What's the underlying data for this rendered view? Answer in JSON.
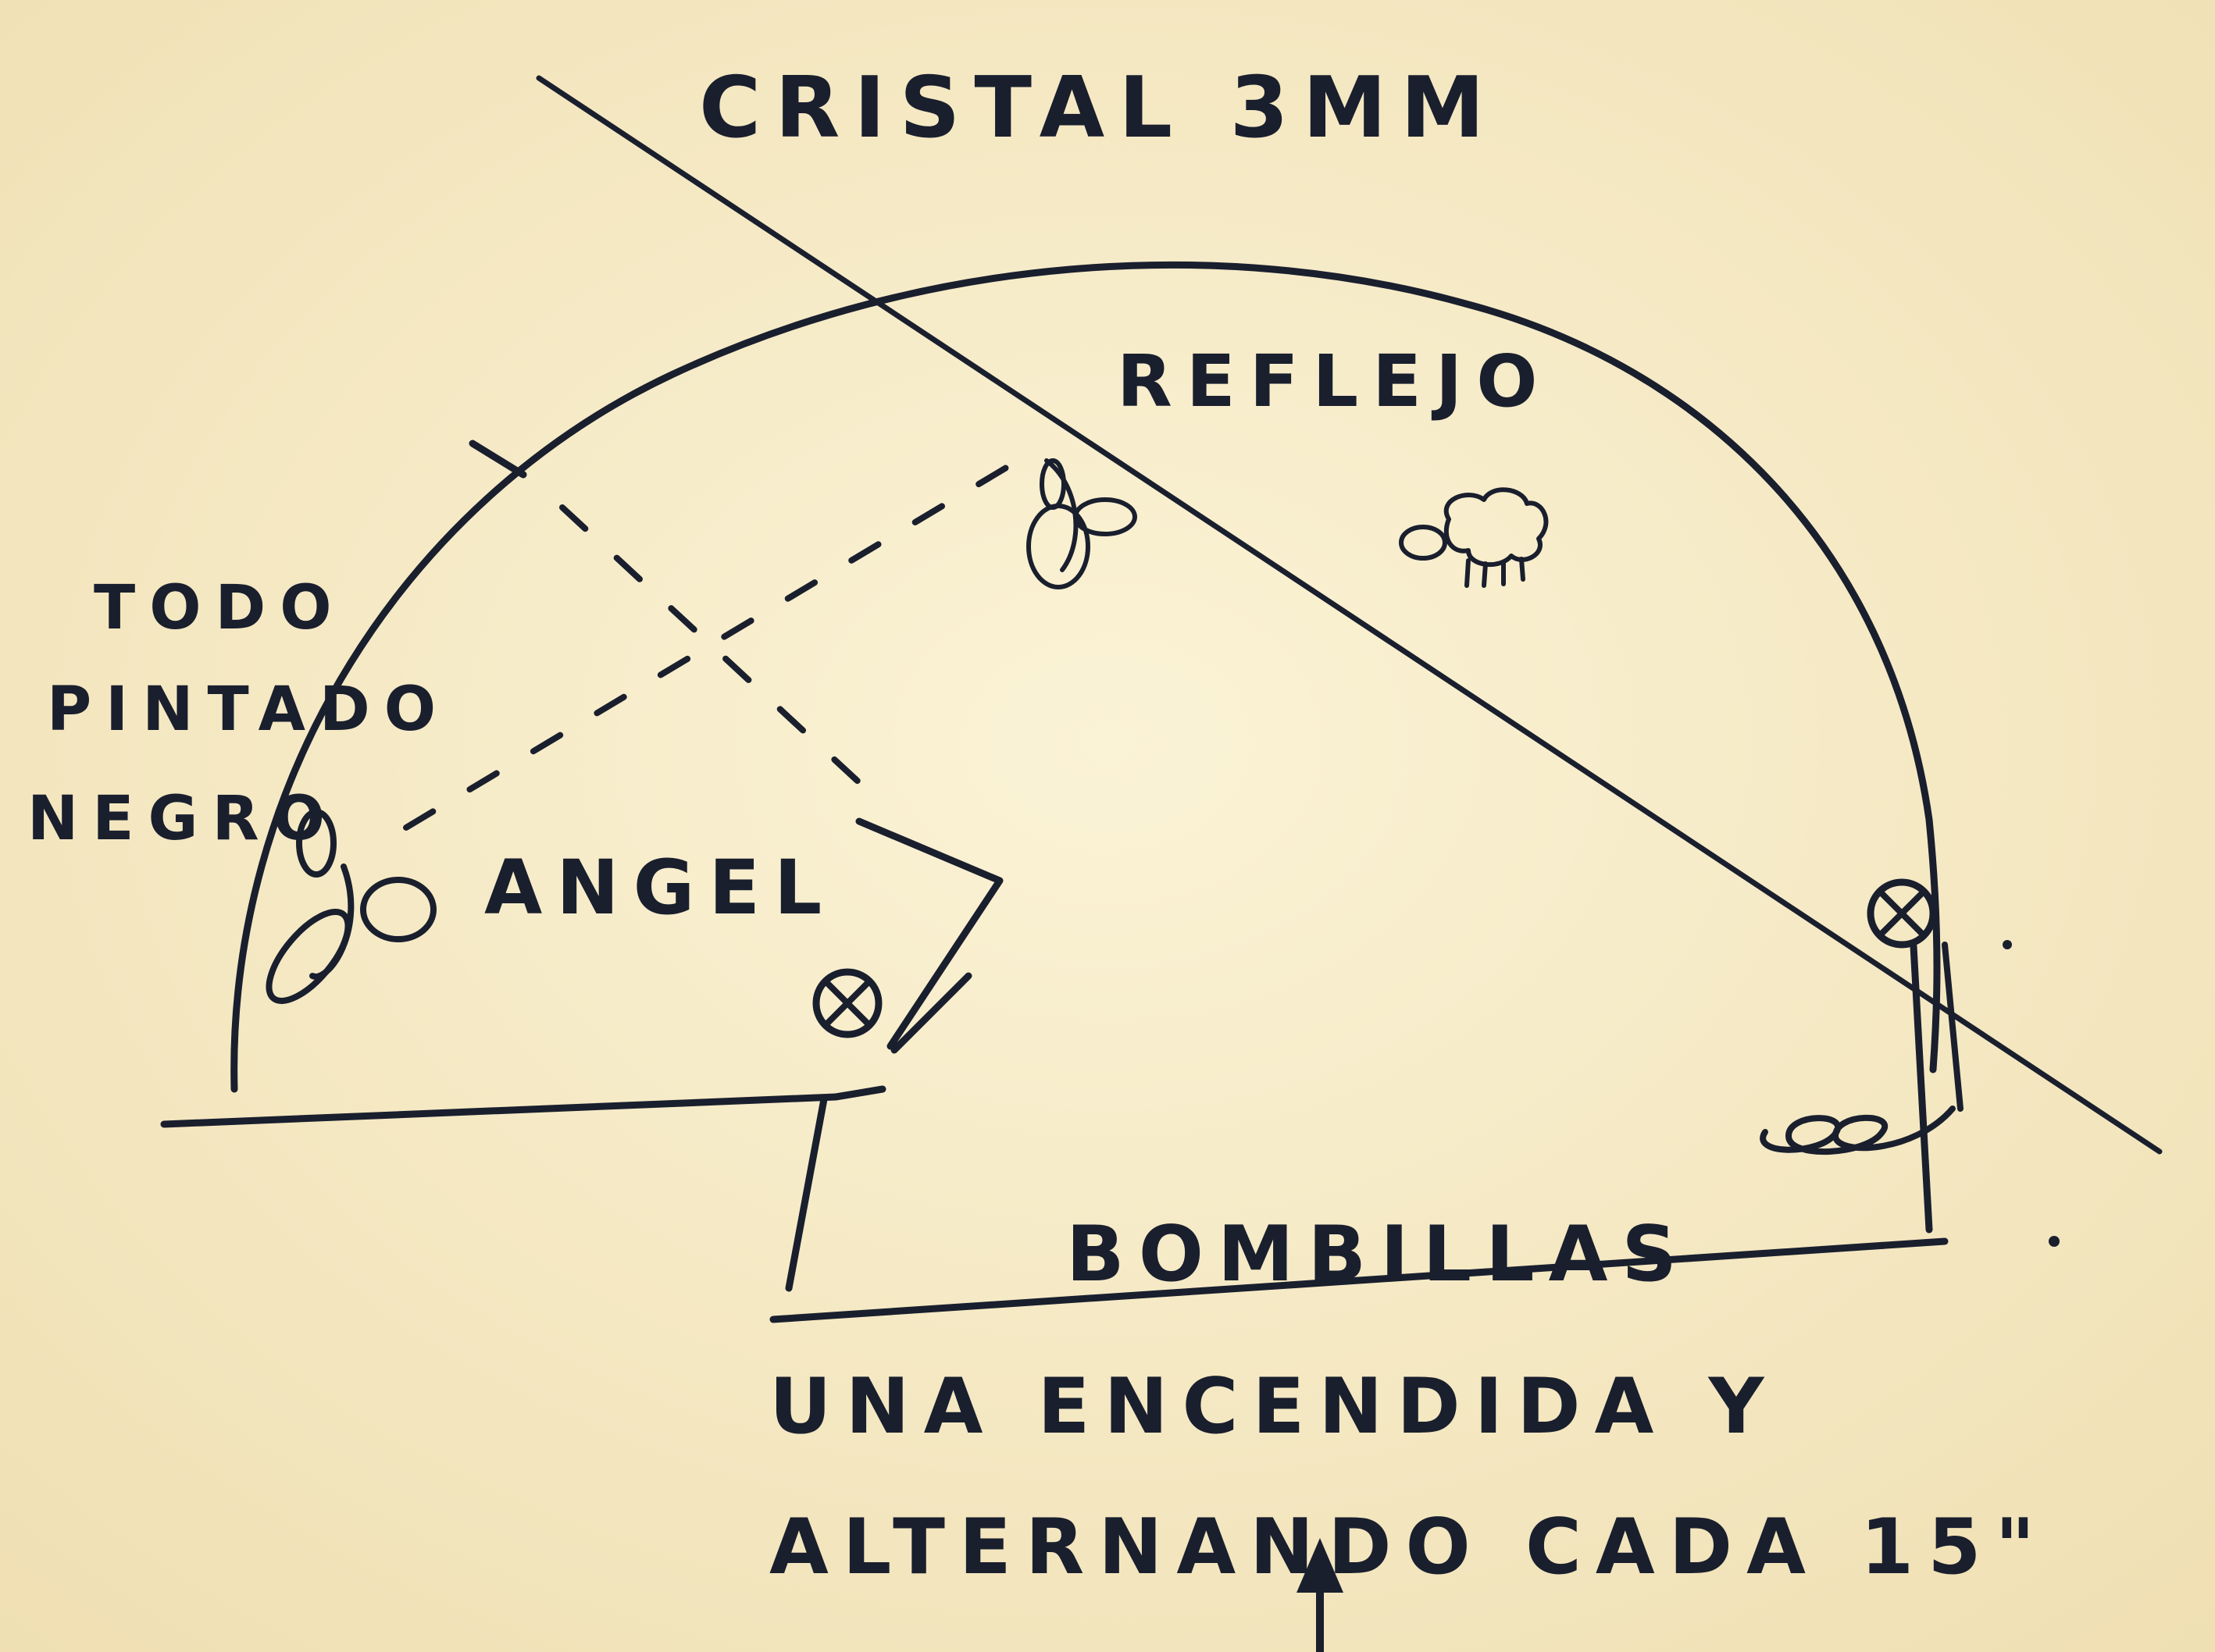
{
  "labels": {
    "cristal": "CRISTAL 3MM",
    "reflejo": "REFLEJO",
    "todo": "TODO",
    "pintado": "PINTADO",
    "negro": "NEGRO",
    "angel": "ANGEL",
    "bombillas": "BOMBILLAS",
    "una_encendida": "UNA ENCENDIDA Y",
    "alternando": "ALTERNANDO CADA 15\""
  },
  "colors": {
    "paper": "#f6ebc8",
    "ink": "#1a1f2e"
  }
}
